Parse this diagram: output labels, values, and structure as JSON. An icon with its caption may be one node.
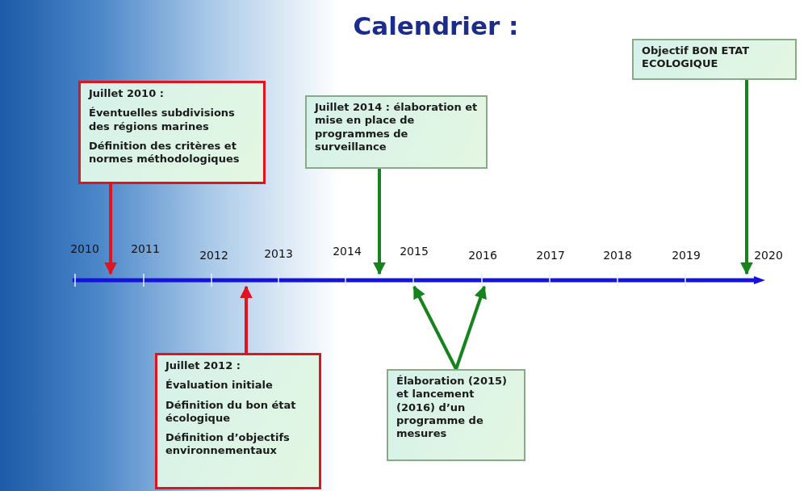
{
  "diagram": {
    "title": "Calendrier :",
    "nodes": [
      {
        "text": [
          "Juillet 2010 :",
          "Éventuelles subdivisions des régions marines",
          "Définition des critères et normes méthodologiques"
        ]
      },
      {
        "text": [
          "Juillet 2014 : élaboration et mise en place de programmes de surveillance"
        ]
      },
      {
        "text": [
          "Objectif BON ETAT ECOLOGIQUE"
        ]
      },
      {
        "text": [
          "Juillet 2012 :",
          "Évaluation initiale",
          "Définition du bon état écologique",
          "Définition d’objectifs environnementaux"
        ]
      },
      {
        "text": [
          "Élaboration (2015) et lancement (2016) d’un programme de mesures"
        ]
      },
      {
        "text": [],
        "shape": "bar"
      }
    ],
    "edges": [
      {
        "from": 0,
        "to": 5,
        "arrow": "to",
        "color": "#e0141e"
      },
      {
        "from": 1,
        "to": 5,
        "arrow": "to"
      },
      {
        "from": 2,
        "to": 5,
        "arrow": "to"
      },
      {
        "from": 3,
        "to": 5,
        "arrow": "to",
        "color": "#e0141e"
      },
      {
        "from": 4,
        "to": 5,
        "arrow": "to"
      },
      {
        "from": 4,
        "to": 5,
        "arrow": "to"
      }
    ],
    "labels": [
      "2010",
      "2011",
      "2012",
      "2013",
      "2014",
      "2015",
      "2016",
      "2017",
      "2018",
      "2019",
      "2020"
    ]
  }
}
